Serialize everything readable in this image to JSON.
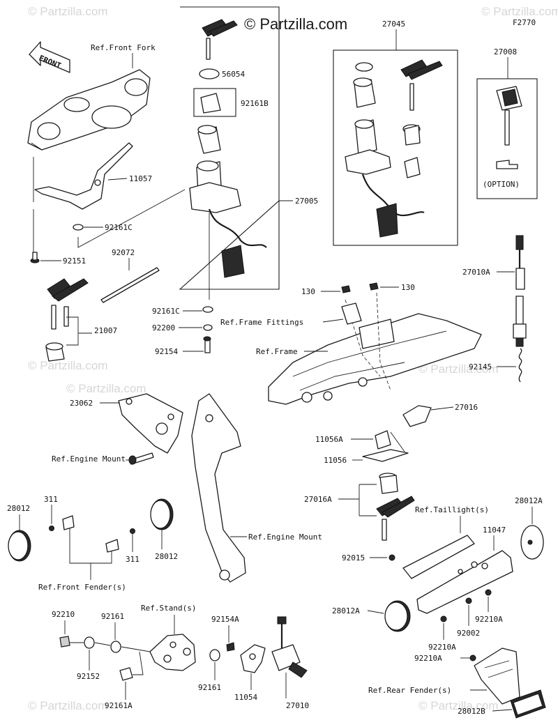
{
  "brand": "© Partzilla.com",
  "watermark": "© Partzilla.com",
  "figure_code": "F2770",
  "front_label": "FRONT",
  "labels": {
    "ref_front_fork": "Ref.Front Fork",
    "p56054": "56054",
    "p92161B": "92161B",
    "p27045": "27045",
    "p27008": "27008",
    "option": "(OPTION)",
    "p11057": "11057",
    "p27005": "27005",
    "p92161C_top": "92161C",
    "p92151": "92151",
    "p92072": "92072",
    "p27010A": "27010A",
    "p130_left": "130",
    "p130_right": "130",
    "ref_frame_fittings": "Ref.Frame Fittings",
    "p92161C_mid": "92161C",
    "p92200": "92200",
    "p21007": "21007",
    "p92154": "92154",
    "ref_frame": "Ref.Frame",
    "p92145": "92145",
    "p23062": "23062",
    "p27016": "27016",
    "p11056A": "11056A",
    "ref_engine_mount_left": "Ref.Engine Mount",
    "p11056": "11056",
    "p28012_left": "28012",
    "p311_top": "311",
    "p27016A": "27016A",
    "ref_taillights": "Ref.Taillight(s)",
    "p28012A_right": "28012A",
    "p11047": "11047",
    "ref_engine_mount_center": "Ref.Engine Mount",
    "p311_bottom": "311",
    "p28012_center": "28012",
    "p92015": "92015",
    "ref_front_fenders": "Ref.Front Fender(s)",
    "p28012A_left": "28012A",
    "p92002": "92002",
    "p92210A_a": "92210A",
    "p92210": "92210",
    "p92161_top": "92161",
    "ref_stands": "Ref.Stand(s)",
    "p92154A": "92154A",
    "p92210A_b": "92210A",
    "p92210A_c": "92210A",
    "p92152": "92152",
    "p92161_bottom": "92161",
    "p11054": "11054",
    "p27010": "27010",
    "ref_rear_fenders": "Ref.Rear Fender(s)",
    "p92161A": "92161A",
    "p28012B": "28012B"
  }
}
